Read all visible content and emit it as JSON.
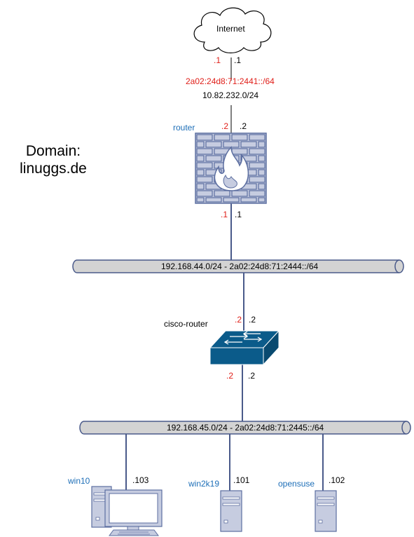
{
  "domain": {
    "heading": "Domain:",
    "name": "linuggs.de"
  },
  "internet": {
    "label": "Internet",
    "ipv4_suffix": ".1",
    "ipv6_suffix": ".1"
  },
  "wan": {
    "ipv6_network": "2a02:24d8:71:2441::/64",
    "ipv4_network": "10.82.232.0/24"
  },
  "router": {
    "name": "router",
    "wan_ipv6": ".2",
    "wan_ipv4": ".2",
    "lan_ipv6": ".1",
    "lan_ipv4": ".1"
  },
  "bus44": {
    "label": "192.168.44.0/24 - 2a02:24d8:71:2444::/64"
  },
  "cisco": {
    "name": "cisco-router",
    "up_ipv6": ".2",
    "up_ipv4": ".2",
    "down_ipv6": ".2",
    "down_ipv4": ".2"
  },
  "bus45": {
    "label": "192.168.45.0/24 - 2a02:24d8:71:2445::/64"
  },
  "hosts": [
    {
      "name": "win10",
      "ip": ".103"
    },
    {
      "name": "win2k19",
      "ip": ".101"
    },
    {
      "name": "opensuse",
      "ip": ".102"
    }
  ],
  "colors": {
    "ipv6": "#e0201a",
    "ipv4": "#000000",
    "device_label": "#1e6fb8",
    "switch": "#0b5b8a",
    "bus_fill": "#d3d3d3",
    "bus_stroke": "#4a5a8a"
  }
}
